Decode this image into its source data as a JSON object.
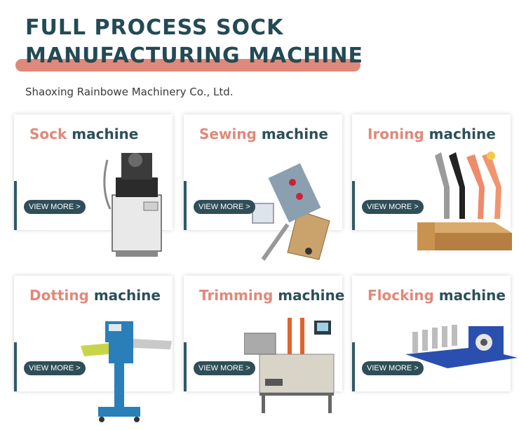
{
  "header": {
    "title_line1": "FULL PROCESS SOCK",
    "title_line2": "MANUFACTURING MACHINE",
    "subtitle": "Shaoxing Rainbowe Machinery Co., Ltd."
  },
  "cards": [
    {
      "highlight": "Sock",
      "rest": " machine",
      "button": "VIEW MORE >"
    },
    {
      "highlight": "Sewing",
      "rest": " machine",
      "button": "VIEW MORE >"
    },
    {
      "highlight": "Ironing",
      "rest": " machine",
      "button": "VIEW MORE >"
    },
    {
      "highlight": "Dotting",
      "rest": " machine",
      "button": "VIEW MORE >"
    },
    {
      "highlight": "Trimming",
      "rest": " machine",
      "button": "VIEW MORE >"
    },
    {
      "highlight": "Flocking",
      "rest": " machine",
      "button": "VIEW MORE >"
    }
  ],
  "colors": {
    "accent": "#e0897a",
    "primary": "#234a55"
  }
}
